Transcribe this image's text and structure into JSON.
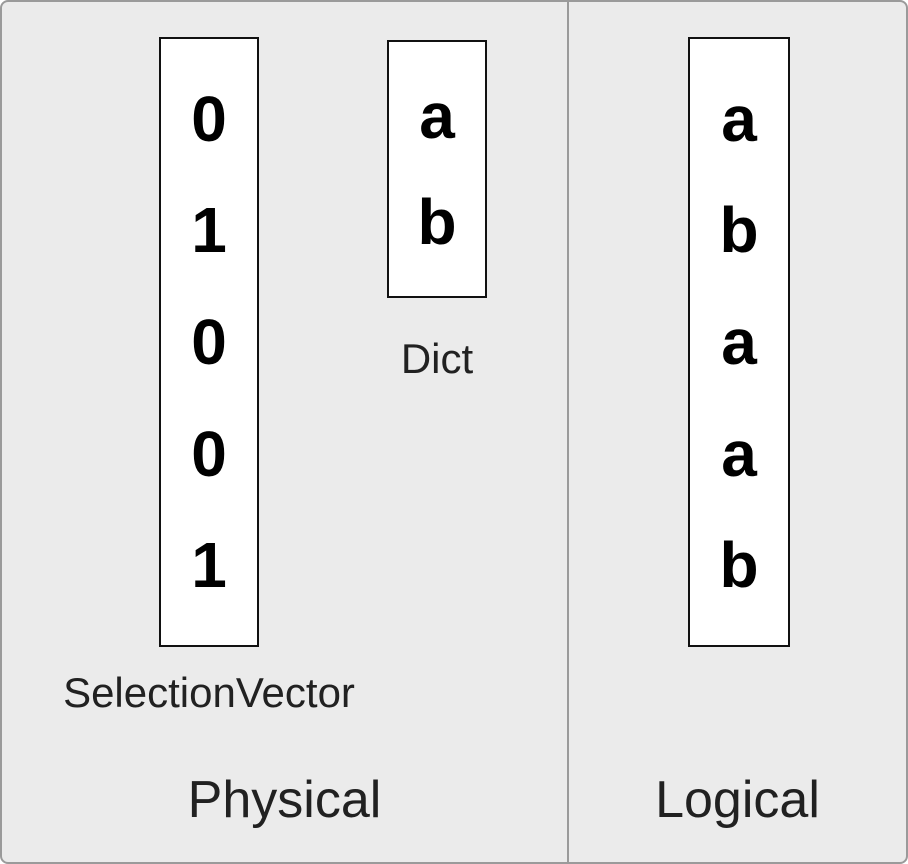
{
  "physical": {
    "title": "Physical",
    "selection_vector": {
      "label": "SelectionVector",
      "values": [
        "0",
        "1",
        "0",
        "0",
        "1"
      ]
    },
    "dict": {
      "label": "Dict",
      "values": [
        "a",
        "b"
      ]
    }
  },
  "logical": {
    "title": "Logical",
    "values": [
      "a",
      "b",
      "a",
      "a",
      "b"
    ]
  },
  "colors": {
    "background": "#ebebeb",
    "box_fill": "#ffffff",
    "box_border": "#111111",
    "divider": "#9a9a9a",
    "text": "#000000",
    "label_text": "#212121"
  }
}
